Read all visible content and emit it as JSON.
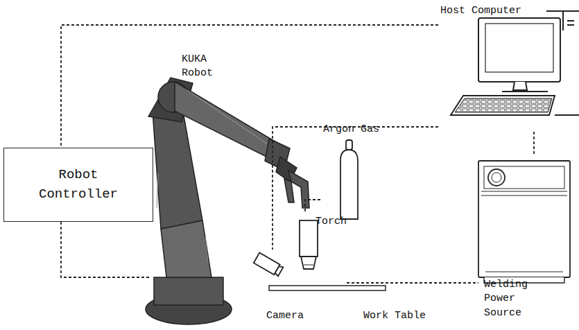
{
  "diagram": {
    "nodes": [
      {
        "text": [
          "Host Computer"
        ]
      },
      {
        "text": [
          "KUKA Robot"
        ]
      },
      {
        "text": [
          "Robot Controller"
        ]
      },
      {
        "text": [
          "Argon Gas"
        ]
      },
      {
        "text": [
          "Torch"
        ]
      },
      {
        "text": [
          "Camera"
        ]
      },
      {
        "text": [
          "Work Table"
        ]
      },
      {
        "text": [
          "Welding Power Source"
        ]
      }
    ],
    "edges": [
      {
        "from": 0,
        "to": 2,
        "arrow": "none"
      },
      {
        "from": 2,
        "to": 1,
        "arrow": "none"
      },
      {
        "from": 0,
        "to": 5,
        "arrow": "none"
      },
      {
        "from": 3,
        "to": 4,
        "arrow": "none"
      },
      {
        "from": 4,
        "to": 7,
        "arrow": "none"
      },
      {
        "from": 0,
        "to": 7,
        "arrow": "none"
      }
    ]
  }
}
